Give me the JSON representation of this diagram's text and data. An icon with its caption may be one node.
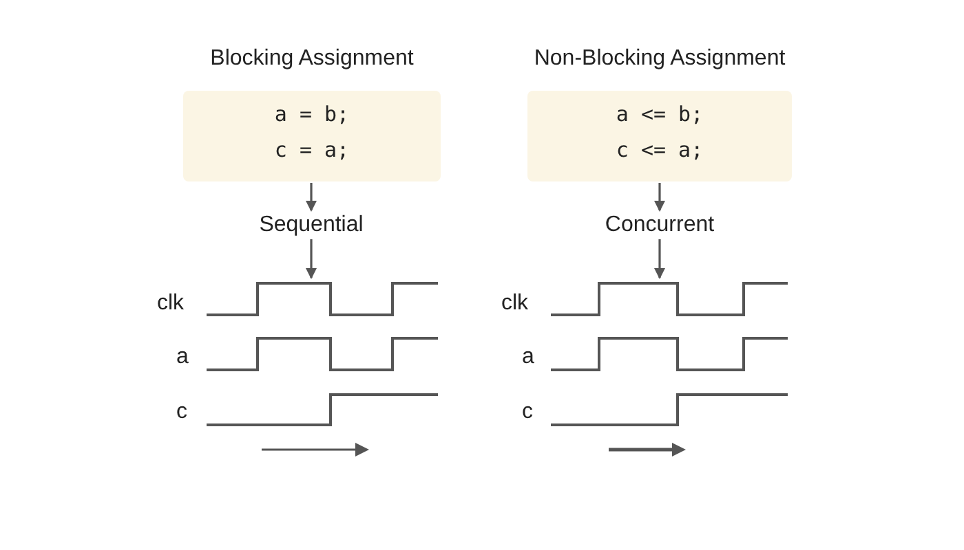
{
  "diagram": {
    "nodes": [
      {
        "text": [
          "Blocking Assignment",
          "a = b;",
          "c = a;"
        ]
      },
      {
        "text": [
          "Sequential"
        ]
      },
      {
        "text": [],
        "shape": "picture"
      },
      {
        "text": [
          "Non-Blocking Assignment",
          "a <= b;",
          "c <= a;"
        ]
      },
      {
        "text": [
          "Concurrent"
        ]
      },
      {
        "text": [],
        "shape": "picture"
      }
    ],
    "edges": [
      {
        "from": 0,
        "to": 1,
        "arrow": "to"
      },
      {
        "from": 1,
        "to": 2,
        "arrow": "to"
      },
      {
        "from": 3,
        "to": 4,
        "arrow": "to"
      },
      {
        "from": 4,
        "to": 5,
        "arrow": "to"
      }
    ],
    "labels": [
      "clk",
      "a",
      "c",
      "clk",
      "a",
      "c"
    ]
  }
}
